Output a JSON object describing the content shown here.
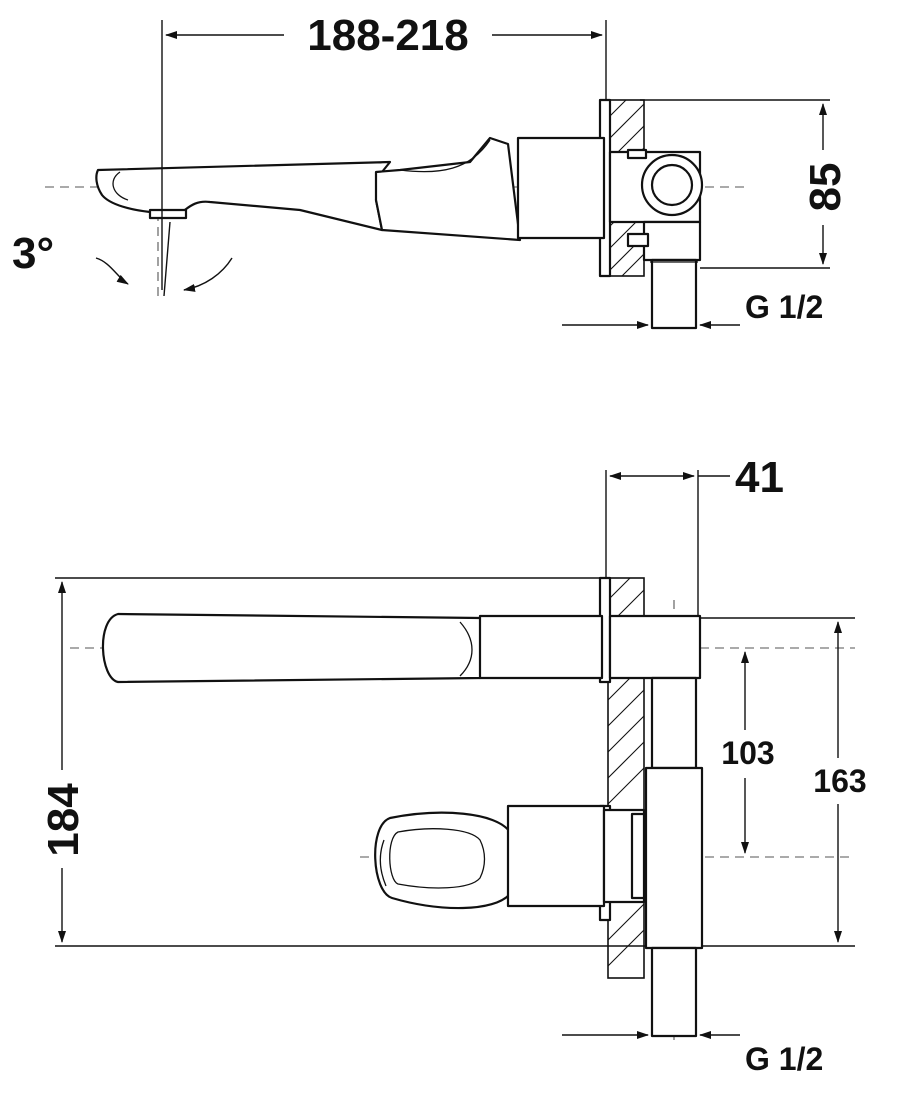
{
  "side_view": {
    "reach_dim": "188-218",
    "height_dim": "85",
    "angle_dim": "3°",
    "thread_dim": "G 1/2"
  },
  "front_view": {
    "depth_dim": "41",
    "total_height_dim": "184",
    "spacing_dim": "103",
    "body_height_dim": "163",
    "thread_dim": "G 1/2"
  }
}
